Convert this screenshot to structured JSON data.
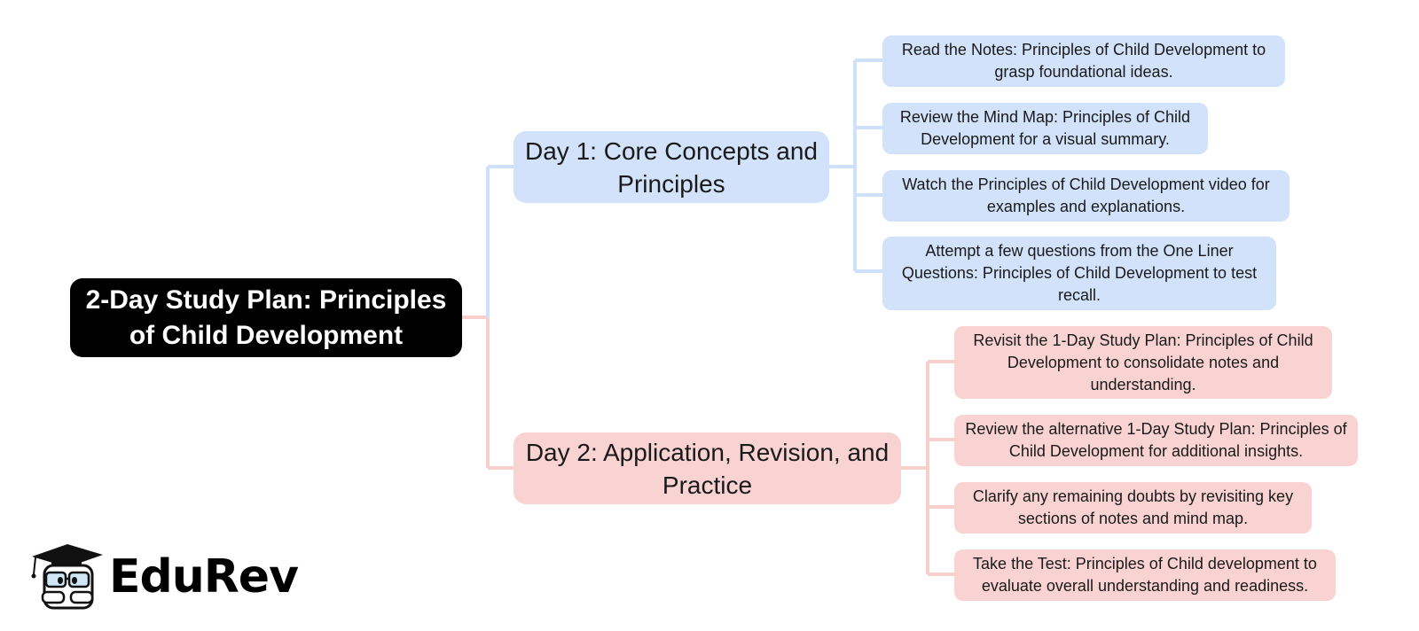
{
  "root": {
    "title": "2-Day Study Plan: Principles of Child Development"
  },
  "branches": [
    {
      "label": "Day 1: Core Concepts and Principles",
      "color": "#d2e2fb",
      "connector_color": "#cfe0fb",
      "items": [
        "Read the Notes: Principles of Child Development to grasp foundational ideas.",
        "Review the Mind Map: Principles of Child Development for a visual summary.",
        "Watch the Principles of Child Development video for examples and explanations.",
        "Attempt a few questions from the One Liner Questions: Principles of Child Development to test recall."
      ]
    },
    {
      "label": "Day 2: Application, Revision, and Practice",
      "color": "#f9d3d1",
      "connector_color": "#f8cfcc",
      "items": [
        "Revisit the 1-Day Study Plan: Principles of Child Development to consolidate notes and understanding.",
        "Review the alternative 1-Day Study Plan: Principles of Child Development for additional insights.",
        "Clarify any remaining doubts by revisiting key sections of notes and mind map.",
        "Take the Test: Principles of Child development to evaluate overall understanding and readiness."
      ]
    }
  ],
  "logo": {
    "text": "EduRev",
    "icon": "graduate-mascot-icon"
  }
}
